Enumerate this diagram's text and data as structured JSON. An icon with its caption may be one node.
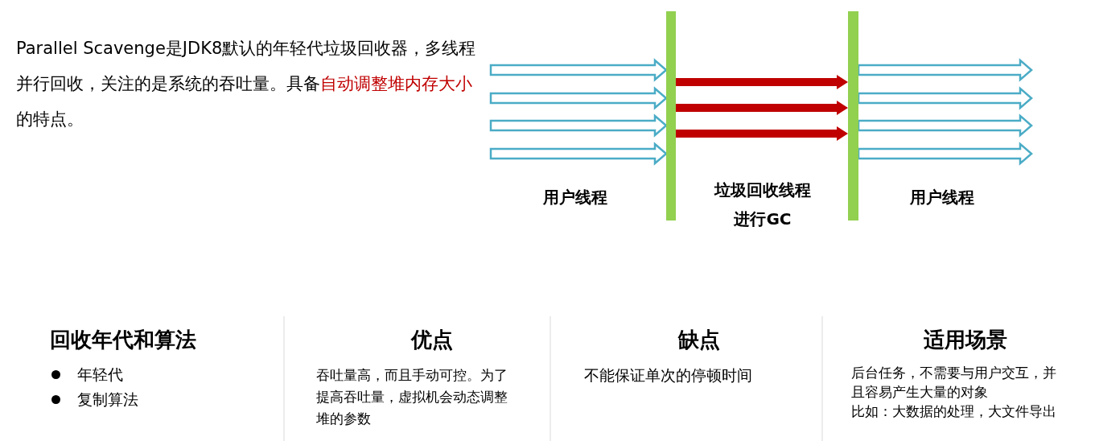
{
  "diagram": {
    "nodes": [
      {
        "text": [],
        "shape": "bar"
      },
      {
        "text": [],
        "shape": "bar"
      }
    ],
    "edges": [
      {
        "from": null,
        "to": 0,
        "arrow": "to"
      },
      {
        "from": null,
        "to": 0,
        "arrow": "to"
      },
      {
        "from": null,
        "to": 0,
        "arrow": "to"
      },
      {
        "from": null,
        "to": 0,
        "arrow": "to"
      },
      {
        "from": 0,
        "to": 1,
        "arrow": "to",
        "color": "#c00000"
      },
      {
        "from": 0,
        "to": 1,
        "arrow": "to",
        "color": "#c00000"
      },
      {
        "from": 0,
        "to": 1,
        "arrow": "to",
        "color": "#c00000"
      },
      {
        "from": 1,
        "to": null,
        "arrow": "to"
      },
      {
        "from": 1,
        "to": null,
        "arrow": "to"
      },
      {
        "from": 1,
        "to": null,
        "arrow": "to"
      },
      {
        "from": 1,
        "to": null,
        "arrow": "to"
      }
    ],
    "labels": [
      "Parallel Scavenge是JDK8默认的年轻代垃圾回收器，多线程并行回收，关注的是系统的吞吐量。具备",
      "自动调整堆内存大小",
      "的特点。",
      "用户线程",
      "垃圾回收线程进行GC",
      "用户线程",
      "回收年代和算法",
      "年轻代",
      "复制算法",
      "优点",
      "吞吐量高，而且手动可控。为了提高吞吐量，虚拟机会动态调整堆的参数",
      "缺点",
      "不能保证单次的停顿时间",
      "适用场景",
      "后台任务，不需要与用户交互，并且容易产生大量的对象",
      "比如：大数据的处理，大文件导出"
    ]
  }
}
